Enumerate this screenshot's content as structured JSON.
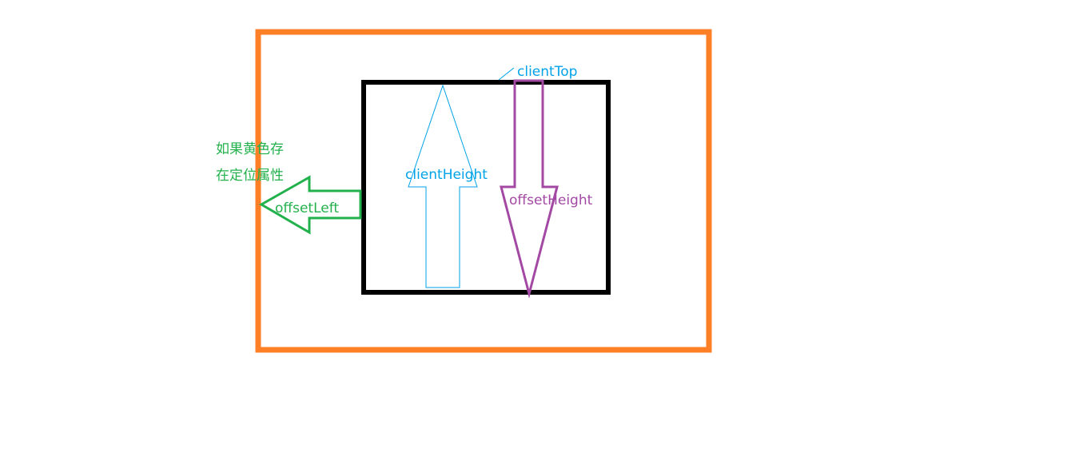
{
  "diagram": {
    "labels": {
      "client_top": "clientTop",
      "client_height": "clientHeight",
      "offset_height": "offsetHeight",
      "offset_left": "offsetLeft",
      "note_line1": "如果黄色存",
      "note_line2": "在定位属性"
    },
    "colors": {
      "outer_box": "#ff7f27",
      "inner_box": "#000000",
      "client": "#00a2e8",
      "offset_height": "#a349a4",
      "offset_left": "#22b14c",
      "background": "#ffffff"
    }
  }
}
